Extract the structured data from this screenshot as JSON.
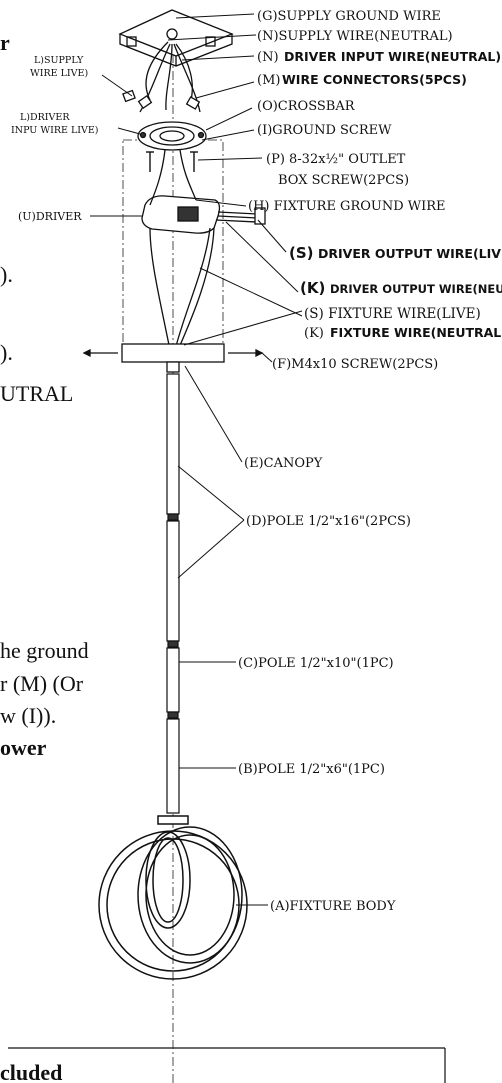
{
  "labels": {
    "g_supply_ground": "(G)SUPPLY GROUND WIRE",
    "n_supply_neutral": "(N)SUPPLY WIRE(NEUTRAL)",
    "n_driver_input_a": "(N)",
    "n_driver_input_b": "DRIVER INPUT WIRE(NEUTRAL)",
    "m_connectors_a": "(M)",
    "m_connectors_b": "WIRE CONNECTORS(5PCS)",
    "o_crossbar": "(O)CROSSBAR",
    "i_ground_screw": "(I)GROUND SCREW",
    "p_screw_line1": "(P) 8-32x½\" OUTLET",
    "p_screw_line2": "BOX SCREW(2PCS)",
    "h_fixture_ground": "(H) FIXTURE GROUND WIRE",
    "s_driver_output_a": "(S)",
    "s_driver_output_b": "DRIVER OUTPUT WIRE(LIVE)",
    "k_driver_output_a": "(K)",
    "k_driver_output_b": "DRIVER OUTPUT WIRE(NEUTRAL)",
    "s_fixture_live": "(S) FIXTURE WIRE(LIVE)",
    "k_fixture_neutral_a": "(K)",
    "k_fixture_neutral_b": "FIXTURE WIRE(NEUTRAL)",
    "f_screw": "(F)M4x10 SCREW(2PCS)",
    "e_canopy": "(E)CANOPY",
    "d_pole": "(D)POLE 1/2\"x16\"(2PCS)",
    "c_pole": "(C)POLE 1/2\"x10\"(1PC)",
    "b_pole": "(B)POLE 1/2\"x6\"(1PC)",
    "a_body": "(A)FIXTURE BODY",
    "l_supply_live_1": "L)SUPPLY",
    "l_supply_live_2": "WIRE LIVE)",
    "l_driver_live_1": "L)DRIVER",
    "l_driver_live_2": "INPU WIRE LIVE)",
    "u_driver": "(U)DRIVER"
  },
  "fragments": {
    "r_top": "r",
    "paren1": ").",
    "paren2": ").",
    "utral": "UTRAL",
    "the_ground": "he ground",
    "r_m": "r (M) (Or",
    "w_i": "w (I)).",
    "ower": "ower",
    "cluded": "cluded"
  }
}
